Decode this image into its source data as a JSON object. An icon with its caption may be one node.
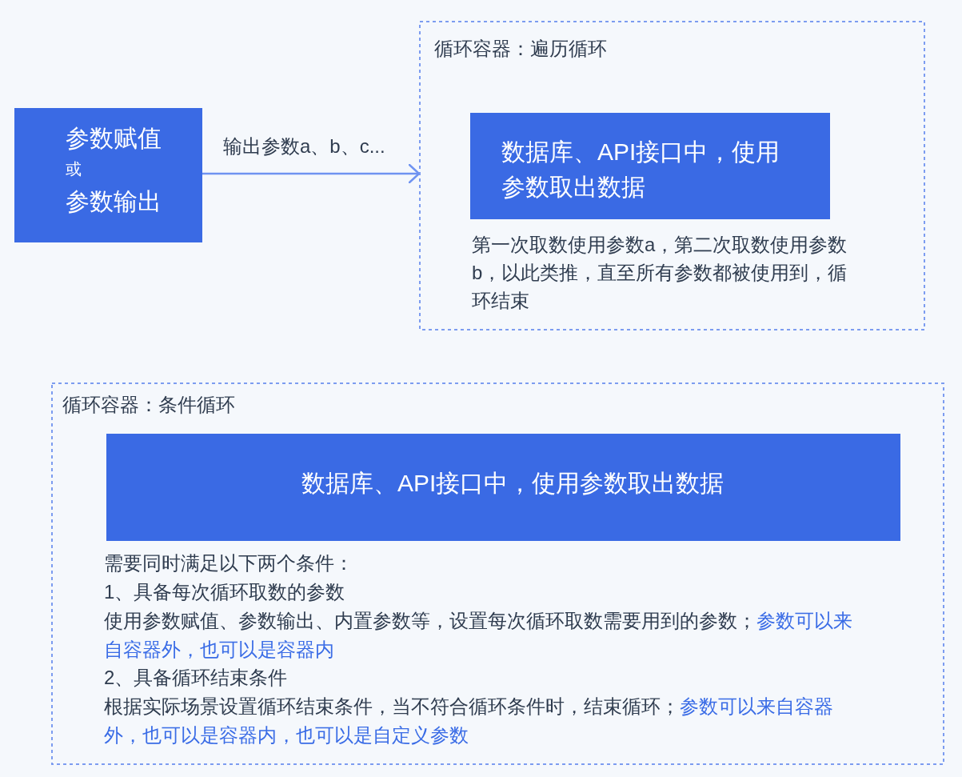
{
  "diagram": {
    "nodes": [
      {
        "text": [
          "参数赋值",
          "或",
          "参数输出"
        ]
      },
      {
        "text": [
          "循环容器：遍历循环",
          "第一次取数使用参数a，第二次取数使用参数b，以此类推，直至所有参数都被使用到，循环结束"
        ]
      },
      {
        "text": [
          "数据库、API接口中，使用参数取出数据"
        ],
        "in": 1
      },
      {
        "text": [
          "循环容器：条件循环",
          "需要同时满足以下两个条件：",
          "1、具备每次循环取数的参数",
          "使用参数赋值、参数输出、内置参数等，设置每次循环取数需要用到的参数；**参数可以来自容器外，也可以是容器内**",
          "2、具备循环结束条件",
          "根据实际场景设置循环结束条件，当不符合循环条件时，结束循环；**参数可以来自容器外，也可以是容器内，也可以是自定义参数**"
        ]
      },
      {
        "text": [
          "数据库、API接口中，使用参数取出数据"
        ],
        "in": 3
      }
    ],
    "edges": [
      {
        "from": 0,
        "to": 1,
        "arrow": "to",
        "label": "输出参数a、b、c..."
      }
    ]
  }
}
